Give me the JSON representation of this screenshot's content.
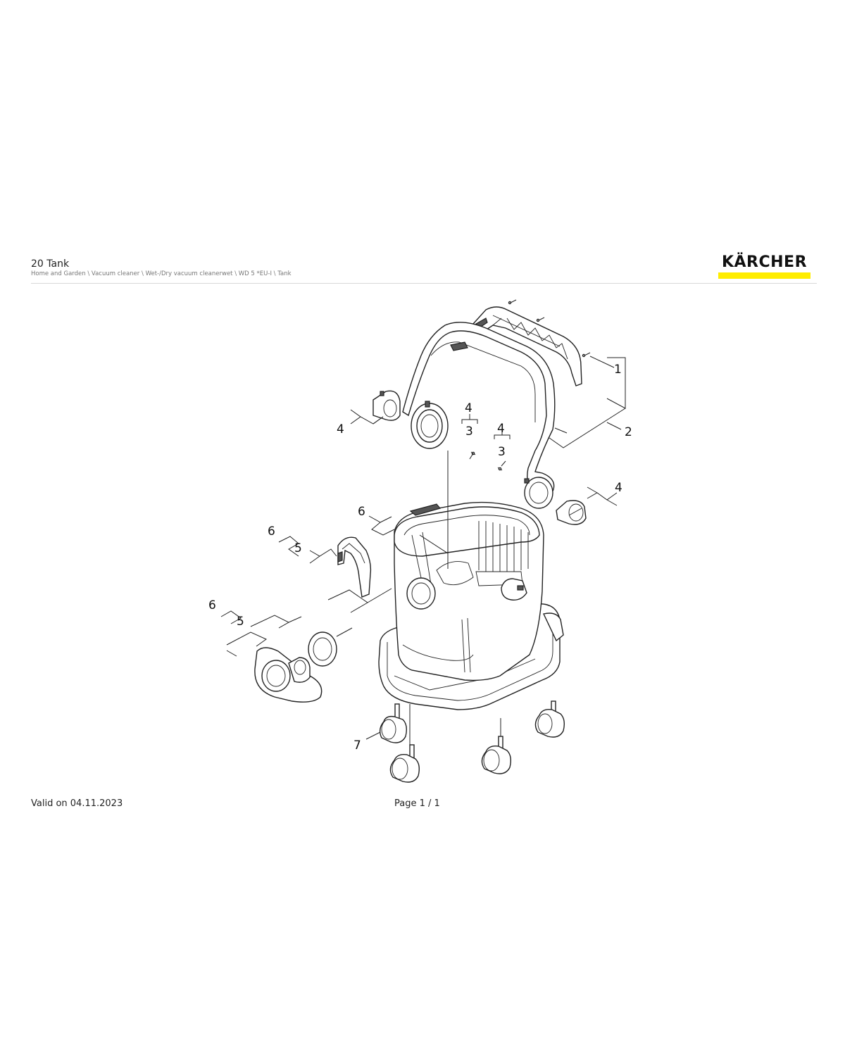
{
  "header": {
    "title": "20 Tank",
    "breadcrumb": "Home and Garden \\ Vacuum cleaner \\ Wet-/Dry vacuum cleanerwet \\ WD 5 *EU-I \\ Tank"
  },
  "logo": {
    "text": "KÄRCHER",
    "bar_color": "#ffed00"
  },
  "callouts": {
    "c1": "1",
    "c2": "2",
    "c3a": "3",
    "c3b": "3",
    "c4a": "4",
    "c4b": "4",
    "c4c": "4",
    "c4d": "4",
    "c5a": "5",
    "c5b": "5",
    "c6a": "6",
    "c6b": "6",
    "c6c": "6",
    "c7": "7"
  },
  "footer": {
    "valid": "Valid on 04.11.2023",
    "page": "Page 1 / 1"
  }
}
